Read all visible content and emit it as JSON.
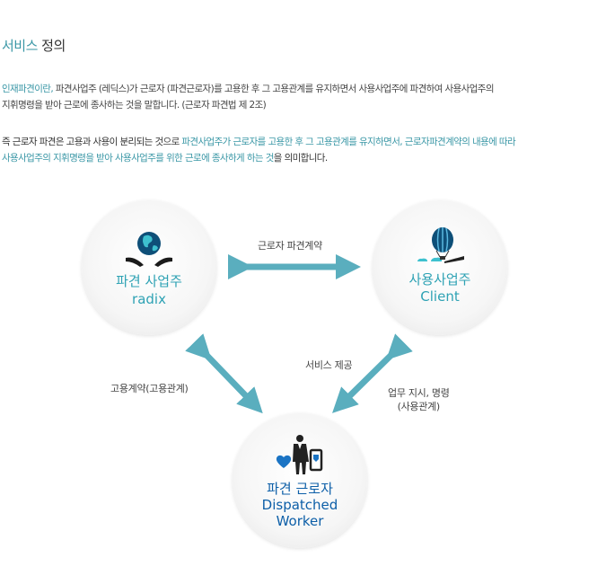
{
  "heading": {
    "accent": "서비스",
    "rest": " 정의"
  },
  "para1": {
    "line1_accent": "인재파견이란,",
    "line1_rest": "  파견사업주 (레딕스)가 근로자 (파견근로자)를 고용한 후 그 고용관계를 유지하면서 사용사업주에 파견하여 사용사업주의",
    "line2": "지휘명령을 받아 근로에 종사하는 것을 말합니다. (근로자 파견법 제 2조)"
  },
  "para2": {
    "line1_a": "즉 근로자 파견은 고용과 사용이 분리되는 것",
    "line1_b": "으로 ",
    "line1_c": "파견사업주가 근로자를 고용한 후 그 고용관계를 유지하면서, 근로자파견계약의 내용에 따라",
    "line2_a": "사용사업주의 지휘명령을 받아 사용사업주를 위한 근로에 종사하게 하는 것",
    "line2_b": "을 의미합니다."
  },
  "nodes": {
    "dispatcher": {
      "name": "파견 사업주",
      "sub": "radix",
      "icon": "globe-hands-icon"
    },
    "client": {
      "name": "사용사업주",
      "sub": "Client",
      "icon": "hot-air-balloon-icon"
    },
    "worker": {
      "name": "파견 근로자",
      "sub1": "Dispatched",
      "sub2": "Worker",
      "icon": "worker-heart-phone-icon"
    }
  },
  "relations": {
    "contract": "근로자 파견계약",
    "employment": "고용계약(고용관계)",
    "service": "서비스 제공",
    "direction_line1": "업무 지시, 명령",
    "direction_line2": "(사용관계)"
  },
  "colors": {
    "accent": "#3a97a6",
    "arrow": "#5aaebe",
    "worker_text": "#0d5fa8"
  }
}
